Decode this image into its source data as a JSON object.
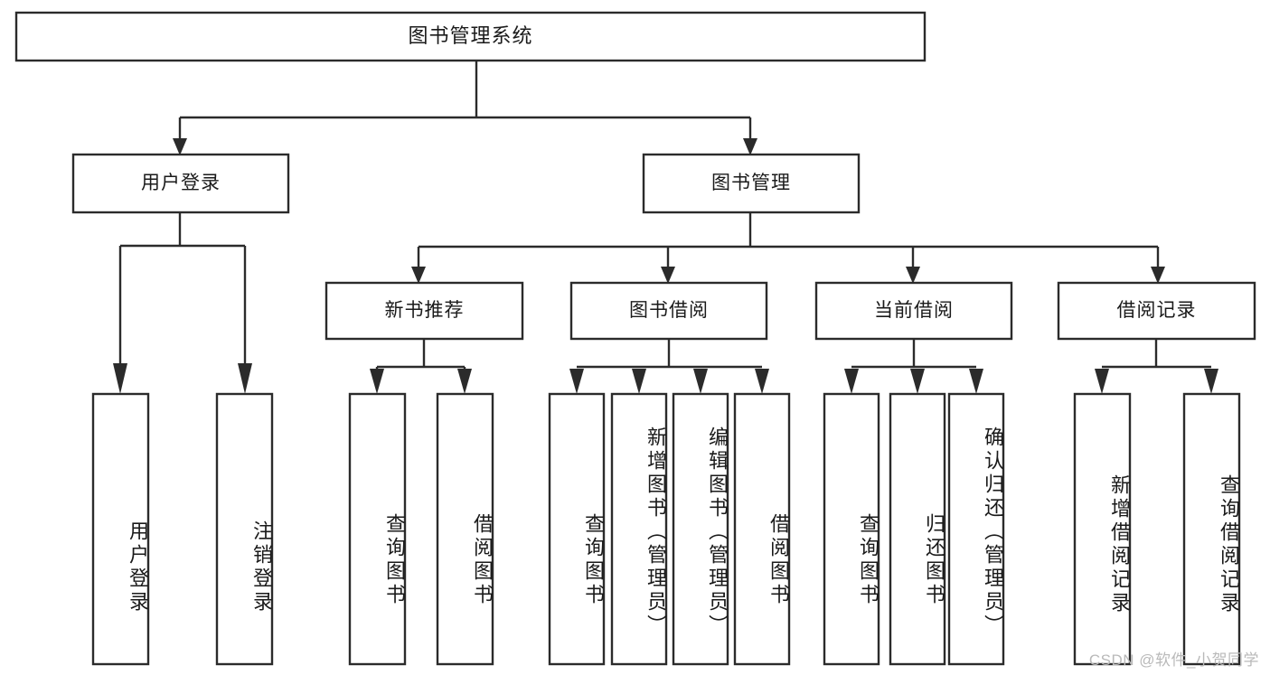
{
  "diagram": {
    "title": "图书管理系统",
    "type": "功能结构图",
    "root": {
      "id": "root",
      "label": "图书管理系统",
      "level": 0,
      "orientation": "horizontal"
    },
    "level1": [
      {
        "id": "user-login",
        "label": "用户登录",
        "orientation": "horizontal"
      },
      {
        "id": "book-manage",
        "label": "图书管理",
        "orientation": "horizontal"
      }
    ],
    "level2": [
      {
        "id": "new-book-recommend",
        "label": "新书推荐",
        "parent": "book-manage",
        "orientation": "horizontal"
      },
      {
        "id": "book-borrow",
        "label": "图书借阅",
        "parent": "book-manage",
        "orientation": "horizontal"
      },
      {
        "id": "current-borrow",
        "label": "当前借阅",
        "parent": "book-manage",
        "orientation": "horizontal"
      },
      {
        "id": "borrow-record",
        "label": "借阅记录",
        "parent": "book-manage",
        "orientation": "horizontal"
      }
    ],
    "leaves": [
      {
        "id": "leaf-user-login",
        "label": "用户登录",
        "parent": "user-login",
        "orientation": "vertical"
      },
      {
        "id": "leaf-user-logout",
        "label": "注销登录",
        "parent": "user-login",
        "orientation": "vertical"
      },
      {
        "id": "leaf-query-book-1",
        "label": "查询图书",
        "parent": "new-book-recommend",
        "orientation": "vertical"
      },
      {
        "id": "leaf-borrow-book-1",
        "label": "借阅图书",
        "parent": "new-book-recommend",
        "orientation": "vertical"
      },
      {
        "id": "leaf-query-book-2",
        "label": "查询图书",
        "parent": "book-borrow",
        "orientation": "vertical"
      },
      {
        "id": "leaf-add-book",
        "label": "新增图书（管理员）",
        "parent": "book-borrow",
        "orientation": "vertical"
      },
      {
        "id": "leaf-edit-book",
        "label": "编辑图书（管理员）",
        "parent": "book-borrow",
        "orientation": "vertical"
      },
      {
        "id": "leaf-borrow-book-2",
        "label": "借阅图书",
        "parent": "book-borrow",
        "orientation": "vertical"
      },
      {
        "id": "leaf-query-book-3",
        "label": "查询图书",
        "parent": "current-borrow",
        "orientation": "vertical"
      },
      {
        "id": "leaf-return-book",
        "label": "归还图书",
        "parent": "current-borrow",
        "orientation": "vertical"
      },
      {
        "id": "leaf-confirm-return",
        "label": "确认归还（管理员）",
        "parent": "current-borrow",
        "orientation": "vertical"
      },
      {
        "id": "leaf-add-record",
        "label": "新增借阅记录",
        "parent": "borrow-record",
        "orientation": "vertical"
      },
      {
        "id": "leaf-query-record",
        "label": "查询借阅记录",
        "parent": "borrow-record",
        "orientation": "vertical"
      }
    ],
    "watermark": "CSDN @软件_小贺同学",
    "colors": {
      "box_stroke": "#2b2b2b",
      "box_fill": "#ffffff",
      "text": "#1a1a1a",
      "background": "#ffffff",
      "watermark_text": "#b9b9b9"
    }
  }
}
